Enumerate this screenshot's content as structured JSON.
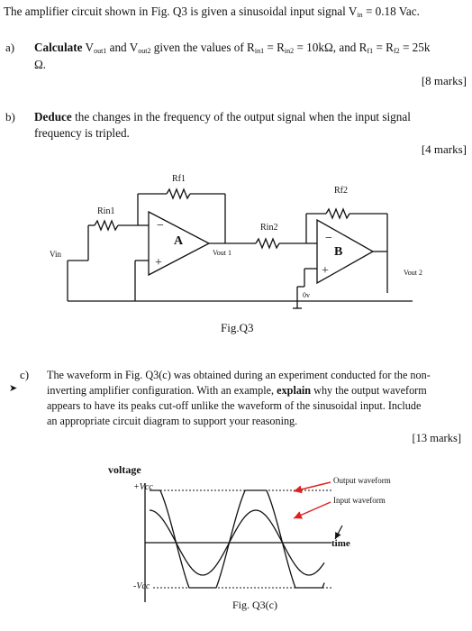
{
  "intro": {
    "text_a": "The amplifier circuit shown in Fig. Q3 is given a sinusoidal input signal V",
    "sub_in": "in",
    "text_b": " = 0.18 Vac."
  },
  "qa": {
    "label": "a)",
    "verb": "Calculate",
    "t1": " V",
    "s1": "out1",
    "t2": " and V",
    "s2": "out2",
    "t3": " given the values of R",
    "s3": "in1",
    "t4": " = R",
    "s4": "in2",
    "t5": " = 10kΩ, and R",
    "s5": "f1",
    "t6": " = R",
    "s6": "f2",
    "t7": " = 25k",
    "line2": "Ω.",
    "marks": "[8 marks]"
  },
  "qb": {
    "label": "b)",
    "verb": "Deduce",
    "line1": " the changes in the frequency of the output signal when the input signal",
    "line2": "frequency is tripled.",
    "marks": "[4 marks]"
  },
  "circuit": {
    "rf1": "Rf1",
    "rf2": "Rf2",
    "rin1": "Rin1",
    "rin2": "Rin2",
    "opamp_a": "A",
    "opamp_b": "B",
    "vin": "Vin",
    "vout1": "Vout 1",
    "vout2": "Vout 2",
    "ov": "0v",
    "caption": "Fig.Q3"
  },
  "qc": {
    "label": "c)",
    "line1": "The waveform in Fig. Q3(c) was obtained during an experiment conducted for the non-",
    "line2": "inverting amplifier configuration. With an example, ",
    "line2_bold": "explain",
    "line2_end": " why the output waveform",
    "line3": "appears to have its peaks cut-off unlike the waveform of the sinusoidal input. Include",
    "line4": "an appropriate circuit diagram to support your reasoning.",
    "marks": "[13 marks]"
  },
  "waveform": {
    "voltage": "voltage",
    "vcc_plus": "+Vcc",
    "vcc_minus": "-Vcc",
    "output_label": "Output waveform",
    "input_label": "Input waveform",
    "time": "time",
    "caption": "Fig. Q3(c)"
  },
  "colors": {
    "arrow": "#e02020",
    "ink": "#111111"
  }
}
